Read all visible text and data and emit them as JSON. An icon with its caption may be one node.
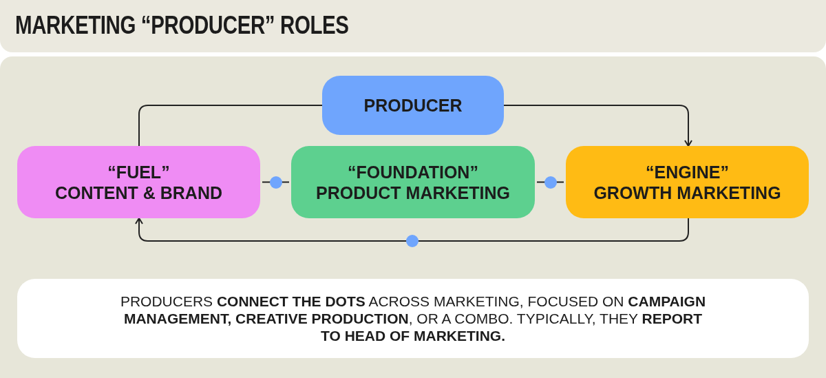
{
  "diagram": {
    "title": "MARKETING “PRODUCER” ROLES",
    "nodes": [
      {
        "text": [
          "PRODUCER"
        ]
      },
      {
        "text": [
          "“FUEL”",
          "CONTENT & BRAND"
        ]
      },
      {
        "text": [
          "“FOUNDATION”",
          "PRODUCT MARKETING"
        ]
      },
      {
        "text": [
          "“ENGINE”",
          "GROWTH MARKETING"
        ]
      },
      {
        "text": [
          "PRODUCERS **CONNECT THE DOTS** ACROSS MARKETING, FOCUSED ON **CAMPAIGN MANAGEMENT, CREATIVE PRODUCTION**, OR A COMBO. TYPICALLY, THEY **REPORT TO HEAD OF MARKETING.**"
        ]
      }
    ],
    "edges": [
      {
        "from": 0,
        "to": 1,
        "arrow": "none"
      },
      {
        "from": 0,
        "to": 3,
        "arrow": "to"
      },
      {
        "from": 1,
        "to": 2,
        "arrow": "none"
      },
      {
        "from": 2,
        "to": 3,
        "arrow": "none"
      },
      {
        "from": 3,
        "to": 1,
        "arrow": "to"
      }
    ]
  }
}
